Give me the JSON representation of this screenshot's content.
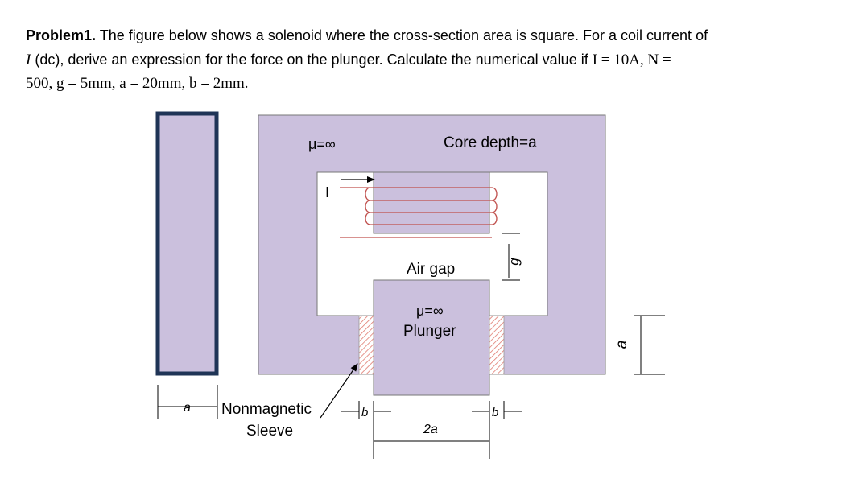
{
  "problem": {
    "label": "Problem1.",
    "line1": " The figure below shows a solenoid where the cross-section area is square. For a coil current of",
    "line2_var": "I",
    "line2_text": " (dc), derive an expression for the force on the plunger. Calculate the numerical value if ",
    "line2_math": "I = 10A, N =",
    "line3_math": "500, g = 5mm, a = 20mm, b = 2mm."
  },
  "figure": {
    "mu_core": "μ=∞",
    "core_depth": "Core depth=a",
    "current_label": "I",
    "air_gap": "Air gap",
    "mu_plunger": "μ=∞",
    "plunger": "Plunger",
    "dim_a_left": "a",
    "dim_a_right": "a",
    "dim_g": "g",
    "dim_b_left": "b",
    "dim_b_right": "b",
    "dim_2a": "2a",
    "sleeve_line1": "Nonmagnetic",
    "sleeve_line2": "Sleeve"
  },
  "colors": {
    "core_fill": "#cbc0dd",
    "side_view_border": "#1f3456",
    "coil": "#c0504d",
    "sleeve_hatch": "#e07a70"
  }
}
